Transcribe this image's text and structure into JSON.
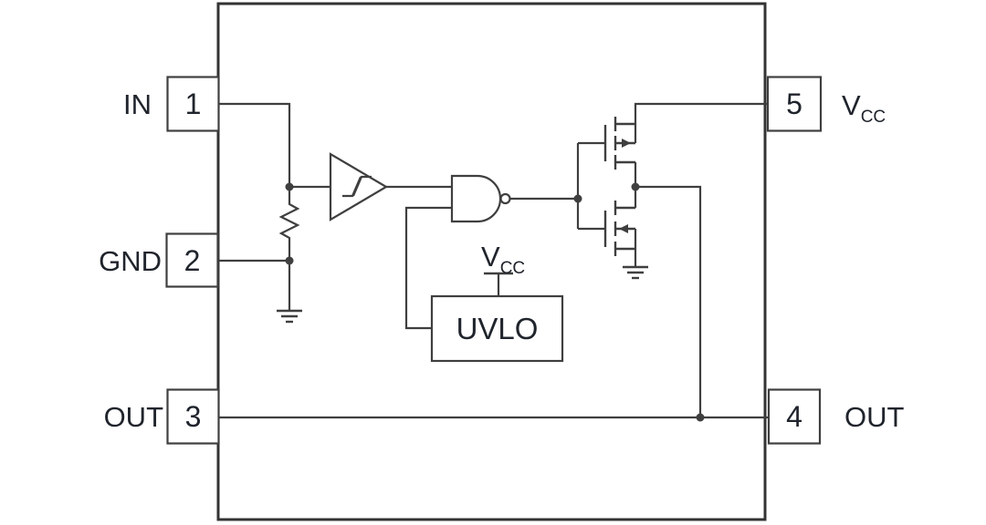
{
  "diagram_kind": "ic-functional-block-diagram",
  "colors": {
    "background": "#ffffff",
    "line": "#3f3f3f",
    "text": "#20242c"
  },
  "pins": {
    "pin1": {
      "number": "1",
      "label": "IN"
    },
    "pin2": {
      "number": "2",
      "label": "GND"
    },
    "pin3": {
      "number": "3",
      "label": "OUT"
    },
    "pin4": {
      "number": "4",
      "label": "OUT"
    },
    "pin5": {
      "number": "5",
      "label_main": "V",
      "label_sub": "CC"
    }
  },
  "blocks": {
    "uvlo": {
      "label": "UVLO"
    },
    "supply_terminal": {
      "label_main": "V",
      "label_sub": "CC"
    }
  },
  "symbols": {
    "input_stage": "schmitt-trigger",
    "logic": "nand-gate",
    "high_side_output": "pmos-transistor",
    "low_side_output": "nmos-transistor",
    "input_pulldown": "resistor",
    "references": [
      "ground-symbol",
      "ground-symbol"
    ]
  }
}
